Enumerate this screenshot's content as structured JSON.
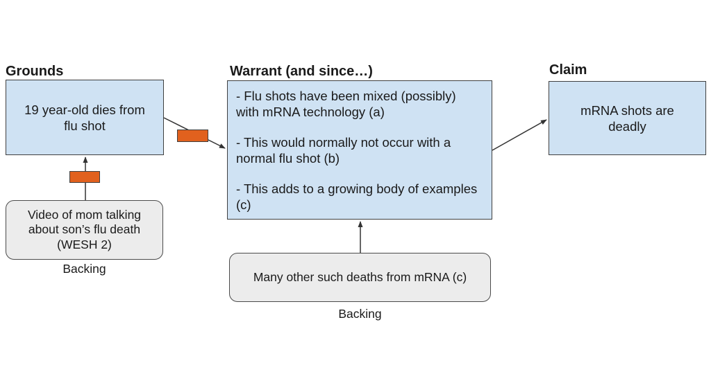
{
  "headings": {
    "grounds": "Grounds",
    "warrant": "Warrant (and since…)",
    "claim": "Claim"
  },
  "nodes": {
    "grounds": {
      "text": "19 year-old dies from flu shot"
    },
    "warrant": {
      "bullets": [
        "- Flu shots have been mixed (possibly) with mRNA technology (a)",
        "- This would normally not occur with a normal flu shot (b)",
        "- This adds to a growing body of examples (c)"
      ]
    },
    "claim": {
      "text": "mRNA shots are deadly"
    },
    "backing_grounds": {
      "text": "Video of mom talking about son’s flu death (WESH 2)",
      "label": "Backing"
    },
    "backing_warrant": {
      "text": "Many other such deaths from mRNA (c)",
      "label": "Backing"
    }
  },
  "connectors": [
    {
      "from": "grounds",
      "to": "warrant",
      "type": "arrow",
      "qualifier": "orange-rectangle"
    },
    {
      "from": "backing_grounds",
      "to": "grounds",
      "type": "arrow",
      "qualifier": "orange-rectangle"
    },
    {
      "from": "warrant",
      "to": "claim",
      "type": "arrow"
    },
    {
      "from": "backing_warrant",
      "to": "warrant",
      "type": "arrow"
    }
  ],
  "colors": {
    "background": "#ffffff",
    "node_fill": "#cfe2f3",
    "node_border": "#3f3f3f",
    "backing_fill": "#ececec",
    "backing_border": "#4a4a4a",
    "qualifier_fill": "#e1611e",
    "connector": "#333333",
    "text": "#1a1a1a"
  }
}
